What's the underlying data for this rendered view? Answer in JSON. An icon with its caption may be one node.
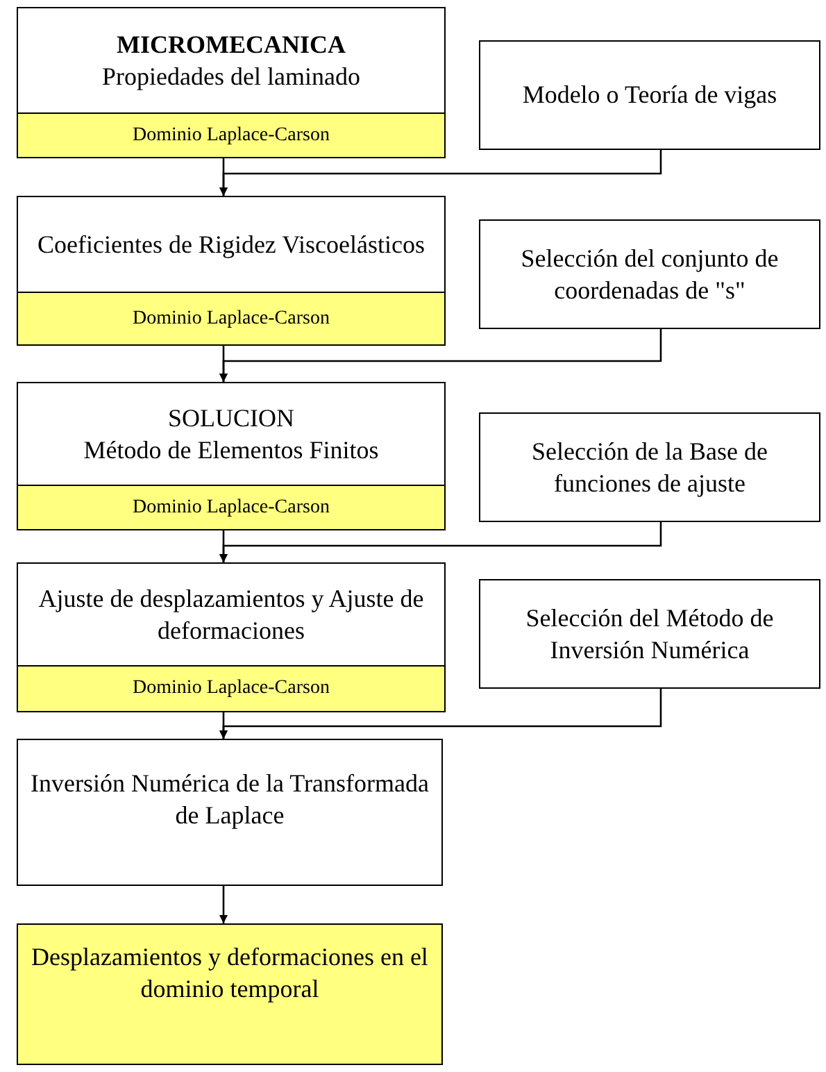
{
  "diagram": {
    "nodes": [
      {
        "text": [
          "MICROMECANICA",
          "Propiedades del laminado"
        ]
      },
      {
        "text": [
          "Dominio Laplace-Carson"
        ],
        "in": 0
      },
      {
        "text": [
          "Modelo o Teoría de vigas"
        ]
      },
      {
        "text": [
          "Coeficientes de Rigidez Viscoelásticos"
        ]
      },
      {
        "text": [
          "Dominio Laplace-Carson"
        ],
        "in": 3
      },
      {
        "text": [
          "Selección del conjunto de coordenadas de \"s\""
        ]
      },
      {
        "text": [
          "SOLUCION",
          "Método de Elementos Finitos"
        ]
      },
      {
        "text": [
          "Dominio Laplace-Carson"
        ],
        "in": 6
      },
      {
        "text": [
          "Selección de la Base de funciones de ajuste"
        ]
      },
      {
        "text": [
          "Ajuste de desplazamientos y Ajuste de deformaciones"
        ]
      },
      {
        "text": [
          "Dominio Laplace-Carson"
        ],
        "in": 9
      },
      {
        "text": [
          "Selección del Método de Inversión Numérica"
        ]
      },
      {
        "text": [
          "Inversión Numérica de la Transformada de Laplace"
        ]
      },
      {
        "text": [
          "Desplazamientos y deformaciones en el dominio temporal"
        ]
      }
    ],
    "edges": [
      {
        "from": 0,
        "to": 3,
        "arrow": "to"
      },
      {
        "from": 2,
        "to": 3,
        "arrow": "to"
      },
      {
        "from": 3,
        "to": 6,
        "arrow": "to"
      },
      {
        "from": 5,
        "to": 6,
        "arrow": "to"
      },
      {
        "from": 6,
        "to": 9,
        "arrow": "to"
      },
      {
        "from": 8,
        "to": 9,
        "arrow": "to"
      },
      {
        "from": 9,
        "to": 12,
        "arrow": "to"
      },
      {
        "from": 11,
        "to": 12,
        "arrow": "to"
      },
      {
        "from": 12,
        "to": 13,
        "arrow": "to"
      }
    ]
  }
}
